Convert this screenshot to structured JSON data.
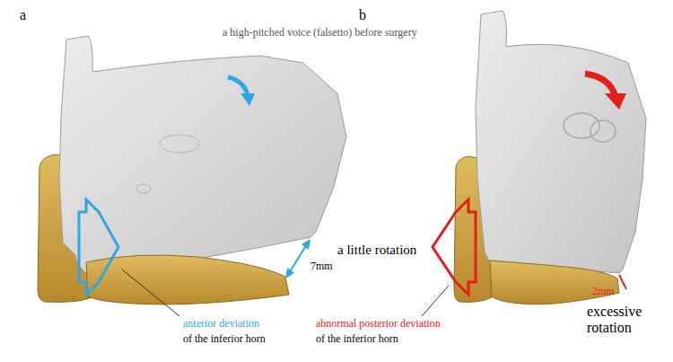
{
  "diagram": {
    "labels": [
      "a",
      "b",
      "a high-pitched voice (falsetto) before surgery",
      "7mm",
      "a little rotation",
      "anterior deviation",
      "of the inferior horn",
      "abnormal posterior deviation",
      "of the inferior horn",
      "2mm",
      "excessive rotation"
    ]
  }
}
